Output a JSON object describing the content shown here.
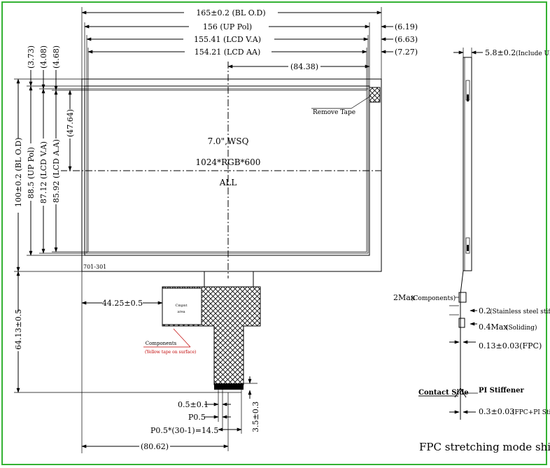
{
  "front_view": {
    "dims_top": {
      "bl_od": "165±0.2 (BL O.D)",
      "up_pol": "156 (UP Pol)",
      "lcd_va": "155.41 (LCD V.A)",
      "lcd_aa": "154.21 (LCD AA)",
      "offset_bl": "(6.19)",
      "offset_va": "(6.63)",
      "offset_aa": "(7.27)",
      "center_x": "(84.38)"
    },
    "dims_left": {
      "d1": "(3.73)",
      "d2": "(4.08)",
      "d3": "(4.68)",
      "center_y": "(47.64)",
      "bl_od": "100±0.2 (BL O.D)",
      "up_pol": "88.5 (UP Pol)",
      "lcd_va": "87.12 (LCD V.A)",
      "lcd_aa": "85.92 (LCD A.A)"
    },
    "panel": {
      "size": "7.0\",WSQ",
      "resolution": "1024*RGB*600",
      "mark": "ALL",
      "part_no": "701-301",
      "remove_tape": "Remove Tape"
    },
    "fpc": {
      "offset_x": "44.25±0.5",
      "length": "64.13±0.5",
      "chip_label": "Cmpnt",
      "chip_sub": "area",
      "components_label": "Components",
      "components_note": "(Yellow tape on surface)",
      "pin_width": "0.5±0.1",
      "pitch": "P0.5",
      "total_pitch": "P0.5*(30-1)=14.5",
      "tail_length": "3.5±0.3",
      "bottom_x": "(80.62)"
    }
  },
  "side_view": {
    "thickness": "5.8±0.2",
    "thickness_note": "(Include UP Pol)",
    "components_max": "2Max",
    "components_note": "(Components)",
    "stiffener_steel": "0.2",
    "stiffener_note": "(Stainless steel stiffener)",
    "soldering_max": "0.4Max",
    "soldering_note": "(Soliding)",
    "fpc_thickness": "0.13±0.03(FPC)",
    "contact_side": "Contact Side",
    "pi_stiffener": "PI Stiffener",
    "fpc_pi": "0.3±0.03",
    "fpc_pi_note": "(FPC+PI Stiffener)",
    "caption": "FPC stretching mode shipment"
  }
}
